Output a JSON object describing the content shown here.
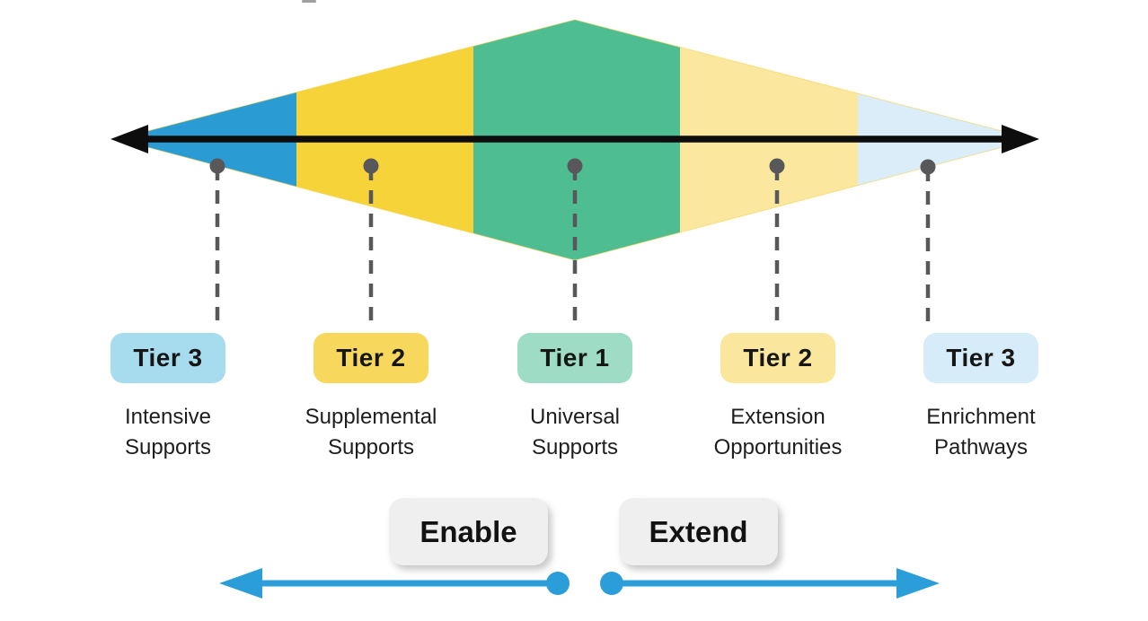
{
  "diagram": {
    "axis_color": "#0d0d0d",
    "connector_color": "#58585b",
    "action_blue": "#2b9dd8",
    "bands": [
      {
        "name": "intensive-supports-band",
        "color": "#2b9cd3"
      },
      {
        "name": "supplemental-supports-band",
        "color": "#f6d339"
      },
      {
        "name": "universal-supports-band",
        "color": "#4ebd91"
      },
      {
        "name": "extension-opportunities-band",
        "color": "#fbe89e"
      },
      {
        "name": "enrichment-pathways-band",
        "color": "#daedf8"
      }
    ],
    "tiers": [
      {
        "badge": "Tier 3",
        "badge_color": "#a7dbee",
        "label": "Intensive Supports"
      },
      {
        "badge": "Tier 2",
        "badge_color": "#f8d85c",
        "label": "Supplemental Supports"
      },
      {
        "badge": "Tier 1",
        "badge_color": "#9edcc5",
        "label": "Universal Supports"
      },
      {
        "badge": "Tier 2",
        "badge_color": "#fae79d",
        "label": "Extension Opportunities"
      },
      {
        "badge": "Tier 3",
        "badge_color": "#d6ecf8",
        "label": "Enrichment Pathways"
      }
    ],
    "actions": [
      {
        "label": "Enable",
        "direction": "left"
      },
      {
        "label": "Extend",
        "direction": "right"
      }
    ]
  }
}
